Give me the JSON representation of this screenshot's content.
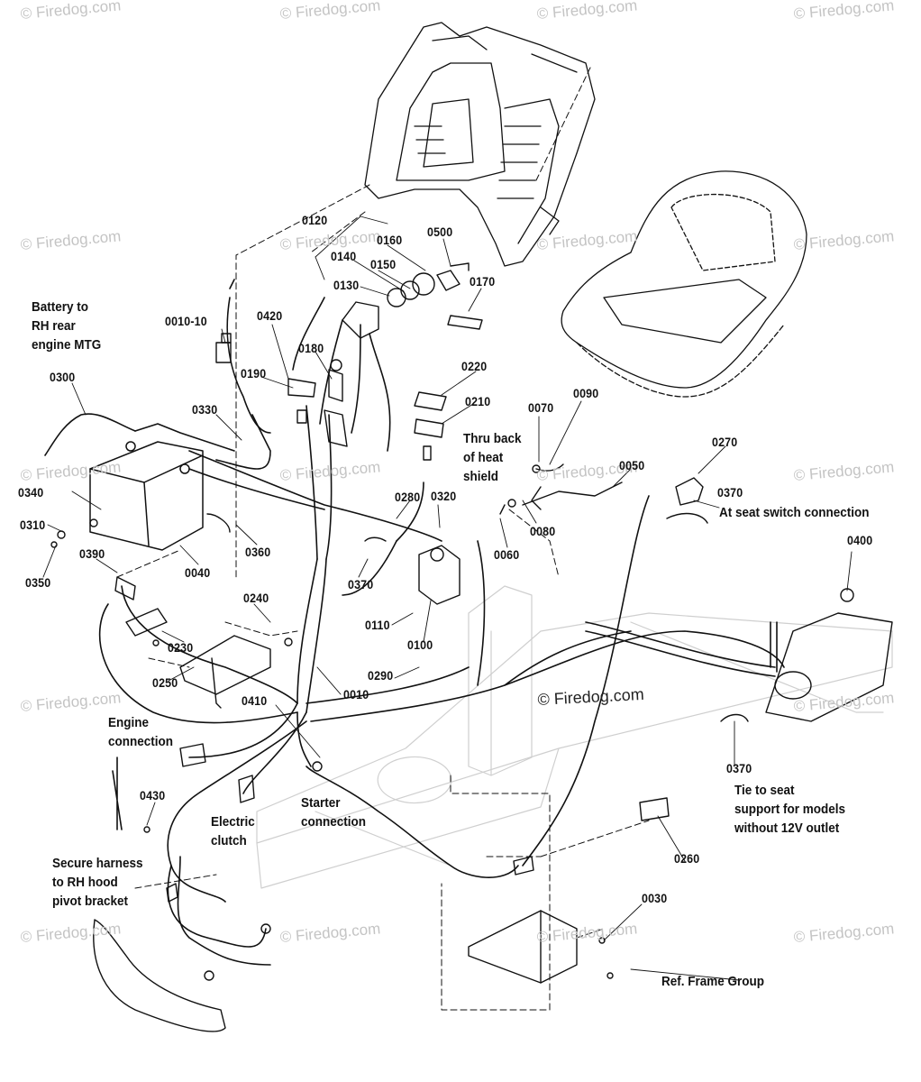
{
  "part_labels": {
    "p0120": "0120",
    "p0160": "0160",
    "p0500": "0500",
    "p0140": "0140",
    "p0150": "0150",
    "p0130": "0130",
    "p0170": "0170",
    "p0010_10": "0010-10",
    "p0420": "0420",
    "p0180": "0180",
    "p0190": "0190",
    "p0220": "0220",
    "p0210": "0210",
    "p0070": "0070",
    "p0090": "0090",
    "p0300": "0300",
    "p0330": "0330",
    "p0050": "0050",
    "p0270": "0270",
    "p0340": "0340",
    "p0280": "0280",
    "p0320": "0320",
    "p0370_a": "0370",
    "p0310": "0310",
    "p0360": "0360",
    "p0080": "0080",
    "p0060": "0060",
    "p0400": "0400",
    "p0350": "0350",
    "p0040": "0040",
    "p0390": "0390",
    "p0370_b": "0370",
    "p0240": "0240",
    "p0110": "0110",
    "p0230": "0230",
    "p0100": "0100",
    "p0250": "0250",
    "p0290": "0290",
    "p0010": "0010",
    "p0410": "0410",
    "p0370_c": "0370",
    "p0430": "0430",
    "p0260": "0260",
    "p0030": "0030"
  },
  "notes": {
    "battery": "Battery to\nRH rear\nengine MTG",
    "heat_shield": "Thru back\nof heat\nshield",
    "seat_switch": "At seat switch connection",
    "engine": "Engine\nconnection",
    "electric_clutch": "Electric\nclutch",
    "starter": "Starter\nconnection",
    "tie_seat": "Tie to seat\nsupport for models\nwithout 12V outlet",
    "secure_harness": "Secure harness\nto RH hood\npivot bracket",
    "ref_frame": "Ref. Frame Group"
  },
  "watermark": {
    "text": "© Firedog.com",
    "center": "© Firedog.com"
  }
}
